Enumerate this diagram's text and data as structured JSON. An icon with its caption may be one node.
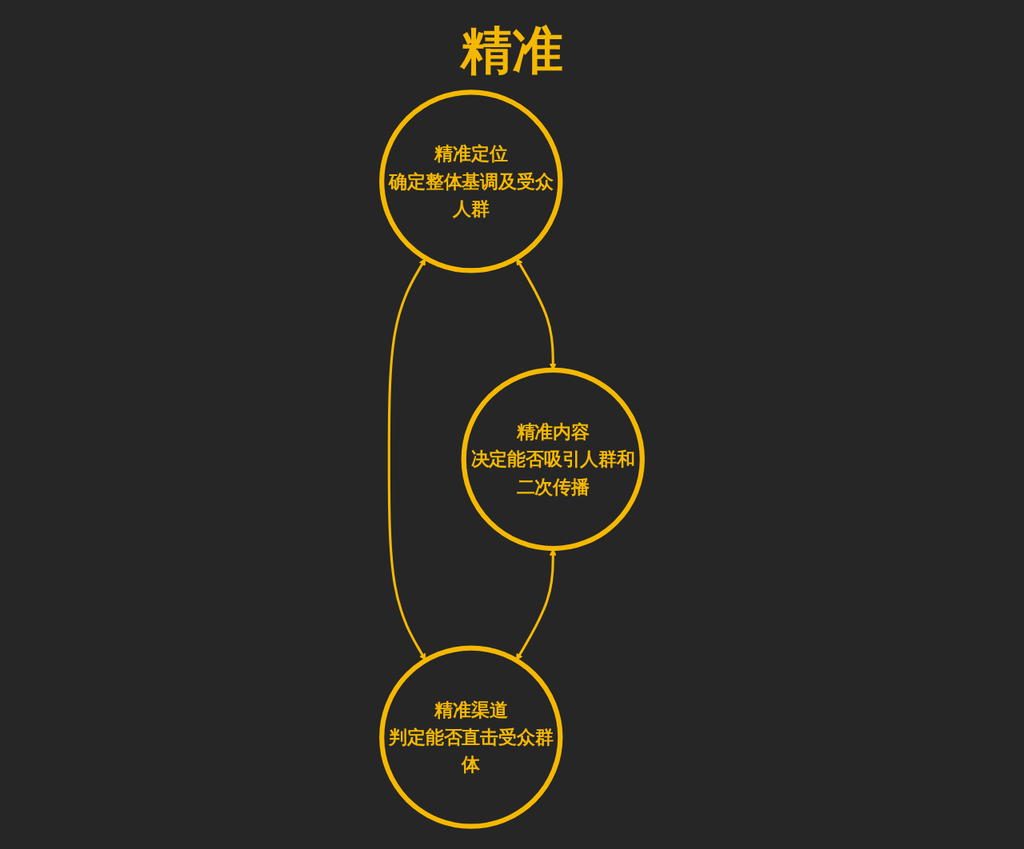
{
  "diagram": {
    "nodes": [
      {
        "text": [
          "精准定位",
          "确定整体基调及受众人群"
        ]
      },
      {
        "text": [
          "精准内容",
          "决定能否吸引人群和二次传播"
        ]
      },
      {
        "text": [
          "精准渠道",
          "判定能否直击受众群体"
        ]
      }
    ],
    "edges": [
      {
        "from": 0,
        "to": 1,
        "arrow": "both"
      },
      {
        "from": 0,
        "to": 2,
        "arrow": "both"
      },
      {
        "from": 1,
        "to": 2,
        "arrow": "both"
      }
    ],
    "labels": [
      "精准"
    ]
  }
}
